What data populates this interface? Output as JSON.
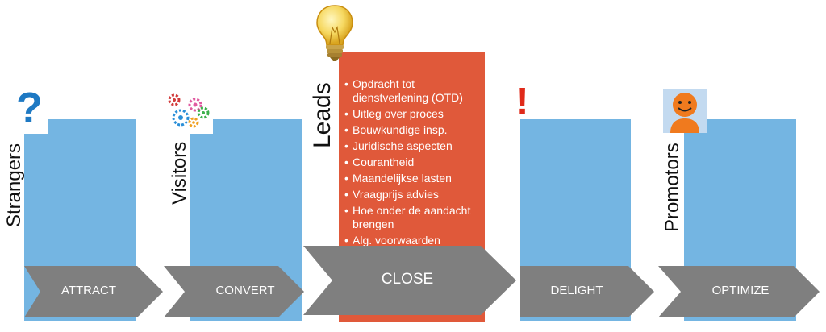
{
  "stages": [
    {
      "label": "Strangers",
      "icon": "question-mark-icon"
    },
    {
      "label": "Visitors",
      "icon": "gears-icon"
    },
    {
      "label": "Leads",
      "icon": "lightbulb-icon"
    },
    {
      "label": "Promotors",
      "icon": "smiley-person-icon"
    }
  ],
  "steps": [
    "ATTRACT",
    "CONVERT",
    "CLOSE",
    "DELIGHT",
    "OPTIMIZE"
  ],
  "close_items": [
    "Opdracht tot dienstverlening (OTD)",
    "Uitleg over proces",
    "Bouwkundige insp.",
    "Juridische aspecten",
    "Courantheid",
    "Maandelijkse lasten",
    "Vraagprijs advies",
    "Hoe onder de aandacht brengen",
    "Alg. voorwaarden"
  ],
  "colors": {
    "panel": "#74b5e2",
    "arrow": "#7f7f7f",
    "close_box": "#e0593a",
    "question_mark": "#1e79c3",
    "exclamation": "#e02a1a",
    "smiley_face": "#f07a1e"
  },
  "symbols": {
    "question": "?",
    "exclamation": "!"
  }
}
